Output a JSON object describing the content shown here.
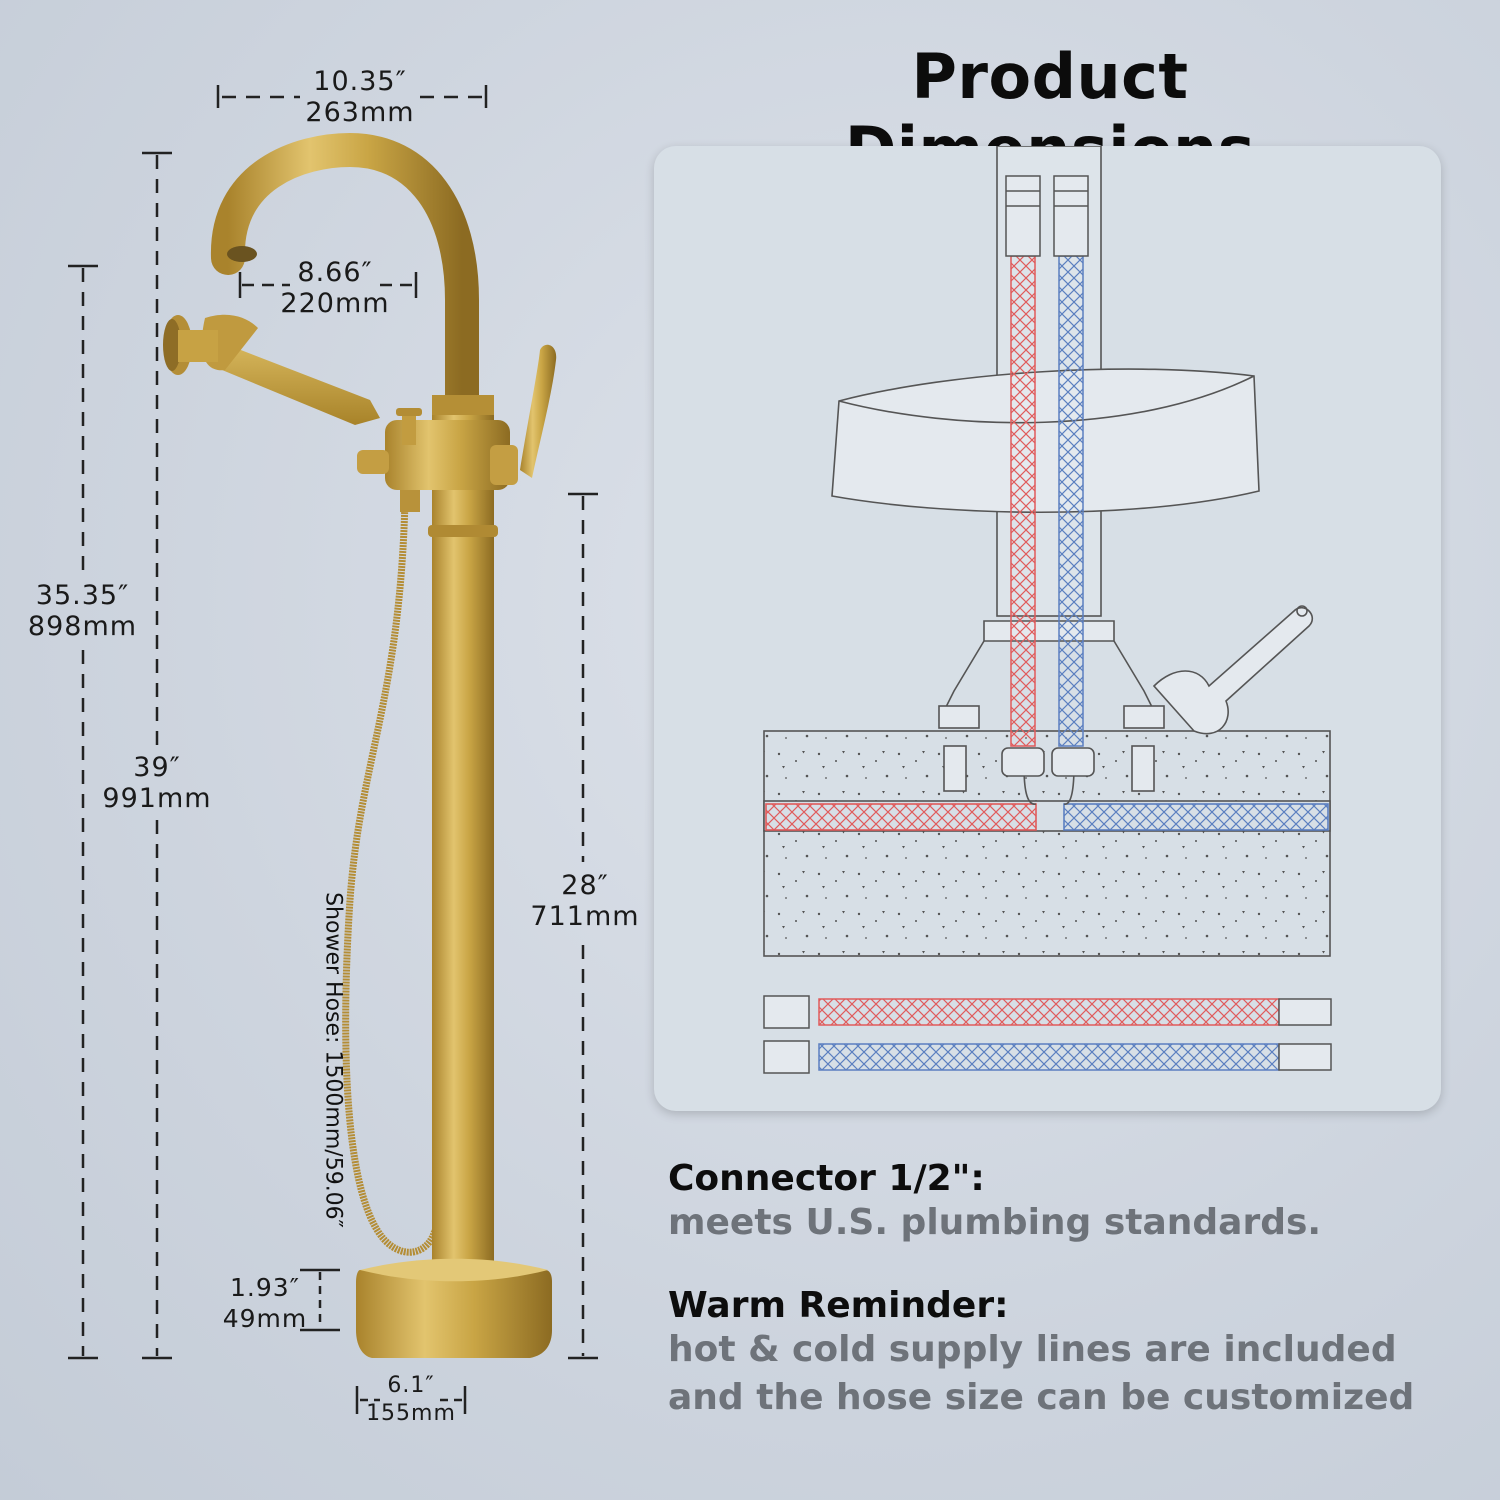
{
  "title": "Product Dimensions",
  "dimensions": {
    "spout_width": {
      "in": "10.35″",
      "mm": "263mm"
    },
    "spout_reach": {
      "in": "8.66″",
      "mm": "220mm"
    },
    "outlet_height": {
      "in": "35.35″",
      "mm": "898mm"
    },
    "total_height": {
      "in": "39″",
      "mm": "991mm"
    },
    "handle_height": {
      "in": "28″",
      "mm": "711mm"
    },
    "base_height": {
      "in": "1.93″",
      "mm": "49mm"
    },
    "base_width": {
      "in": "6.1″",
      "mm": "155mm"
    }
  },
  "hose_label": "Shower Hose: 1500mm/59.06″",
  "info": {
    "connector_title": "Connector 1/2\":",
    "connector_text": "meets U.S. plumbing standards.",
    "reminder_title": "Warm Reminder:",
    "reminder_line1": "hot & cold supply lines are included",
    "reminder_line2": "and the hose size can be customized"
  },
  "colors": {
    "gold": "#c9a545",
    "hot_line": "#e05b5b",
    "cold_line": "#5b7fc0"
  }
}
